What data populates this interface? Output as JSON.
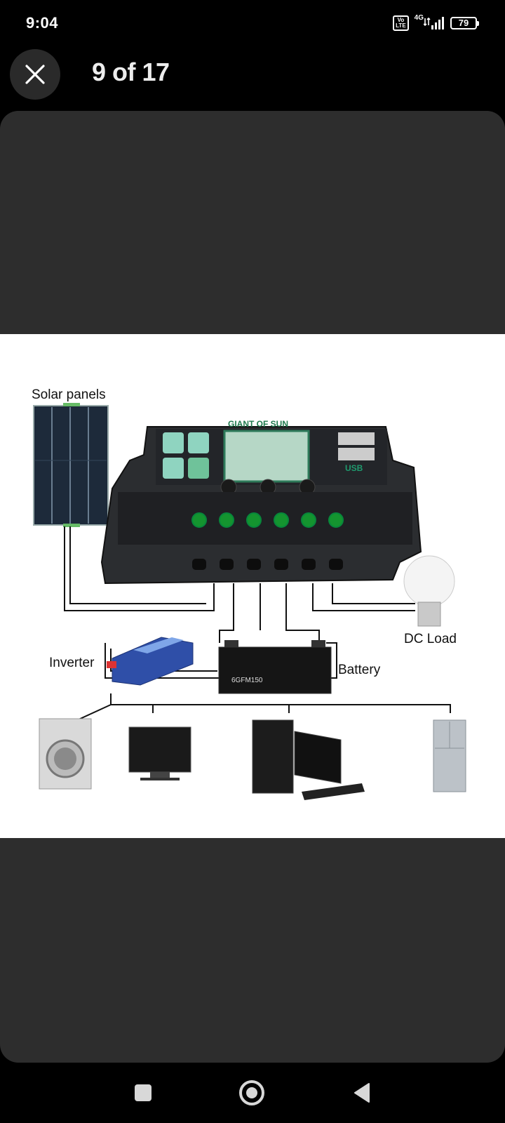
{
  "status_bar": {
    "time": "9:04",
    "volte_top": "Vo",
    "volte_bottom": "LTE",
    "network": "4G",
    "battery": "79"
  },
  "header": {
    "close_icon": "close-icon",
    "counter": "9 of 17"
  },
  "image": {
    "labels": {
      "solar_panels": "Solar panels",
      "dc_load": "DC Load",
      "inverter": "Inverter",
      "battery": "Battery",
      "brand": "GIANT OF SUN",
      "usb": "USB",
      "battery_model": "6GFM150"
    }
  },
  "nav_bar": {
    "recents_icon": "square-icon",
    "home_icon": "circle-home-icon",
    "back_icon": "triangle-back-icon"
  },
  "colors": {
    "background": "#000000",
    "card": "#2d2d2d",
    "close_button": "#2a2a2a",
    "image_background": "#ffffff"
  }
}
